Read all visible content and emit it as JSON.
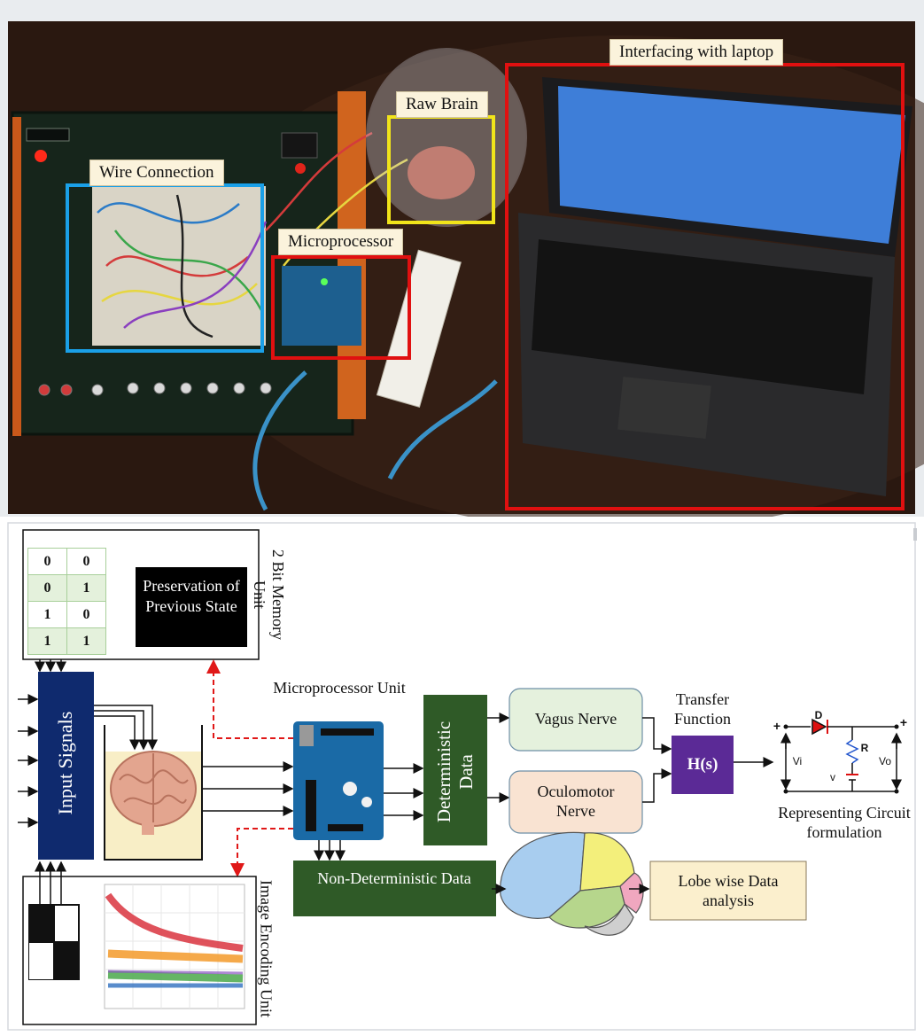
{
  "photo": {
    "labels": {
      "wire_connection": "Wire Connection",
      "raw_brain": "Raw Brain",
      "microprocessor": "Microprocessor",
      "interfacing": "Interfacing with laptop"
    },
    "colors": {
      "blue_box": "#1aa0e8",
      "yellow_box": "#f1e41a",
      "red_box": "#e01010"
    }
  },
  "diagram": {
    "memory_table": [
      [
        "0",
        "0"
      ],
      [
        "0",
        "1"
      ],
      [
        "1",
        "0"
      ],
      [
        "1",
        "1"
      ]
    ],
    "preservation": "Preservation of Previous State",
    "memory_unit_label": "2 Bit Memory Unit",
    "input_signals": "Input Signals",
    "microprocessor_unit": "Microprocessor Unit",
    "deterministic": "Deterministic Data",
    "vagus": "Vagus Nerve",
    "oculomotor": "Oculomotor Nerve",
    "transfer_function": "Transfer Function",
    "hs": "H(s)",
    "circuit_caption": "Representing Circuit formulation",
    "circuit": {
      "diode": "D",
      "resistor": "R",
      "vi": "Vi",
      "vo": "Vo",
      "v": "v",
      "plus": "+",
      "minus": "-"
    },
    "non_deterministic": "Non-Deterministic Data",
    "lobe_analysis": "Lobe wise Data analysis",
    "image_encoding_unit": "Image Encoding Unit",
    "colors": {
      "navy": "#0f2a6e",
      "green_dark": "#2f5a27",
      "purple": "#5b2a96",
      "vagus_fill": "#e5f1dd",
      "oculomotor_fill": "#f9e3d2",
      "lobe_fill": "#fbefcd",
      "dashed_red": "#e01818"
    }
  }
}
